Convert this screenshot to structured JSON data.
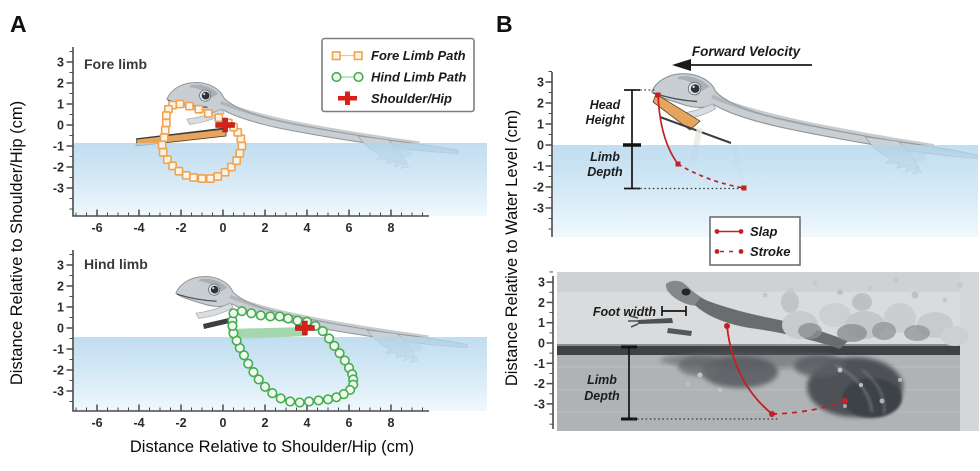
{
  "figure": {
    "panel_a": {
      "label": "A",
      "fore_title": "Fore limb",
      "hind_title": "Hind limb",
      "x_axis_title": "Distance Relative to Shoulder/Hip (cm)",
      "y_axis_title": "Distance Relative to Shoulder/Hip (cm)",
      "legend": {
        "fore": "Fore Limb Path",
        "hind": "Hind Limb Path",
        "marker": "Shoulder/Hip"
      }
    },
    "panel_b": {
      "label": "B",
      "y_axis_title": "Distance Relative to Water Level (cm)",
      "forward_velocity": "Forward Velocity",
      "head_height": {
        "line1": "Head",
        "line2": "Height"
      },
      "limb_depth": {
        "line1": "Limb",
        "line2": "Depth"
      },
      "foot_width": "Foot width",
      "photo_limb_depth": {
        "line1": "Limb",
        "line2": "Depth"
      },
      "legend": {
        "slap": "Slap",
        "stroke": "Stroke"
      }
    },
    "colors": {
      "fore_marker": "#F0A350",
      "fore_marker_fill": "#FDF5E8",
      "fore_line": "#F5C386",
      "hind_marker": "#45AC4F",
      "hind_marker_fill": "#F2FAF0",
      "hind_line": "#93D79B",
      "red_accent": "#D8201B",
      "water_top": "#AFD4EC",
      "water_bottom": "#EFF8FD",
      "lizard_body": "#C9CED2",
      "lizard_patch": "#9BA2A8",
      "jaw_orange": "#E6A55C",
      "hind_accent_green": "#4CB05C"
    }
  },
  "chart_data": [
    {
      "id": "fore_limb_path",
      "type": "scatter",
      "panel": "A-top",
      "title": "Fore limb",
      "marker": "open-square",
      "xlabel": "Distance Relative to Shoulder/Hip (cm)",
      "ylabel": "Distance Relative to Shoulder/Hip (cm)",
      "x_ticks": [
        -6,
        -4,
        -2,
        0,
        2,
        4,
        6,
        8
      ],
      "y_ticks": [
        3,
        2,
        1,
        0,
        -1,
        -2,
        -3
      ],
      "xlim": [
        -7,
        9.7
      ],
      "ylim": [
        -4.3,
        3.7
      ],
      "water_level_cm": -0.85,
      "shoulder_hip": [
        0.1,
        0.0
      ],
      "points": [
        [
          0.25,
          0.1
        ],
        [
          -0.2,
          0.35
        ],
        [
          -0.7,
          0.55
        ],
        [
          -1.15,
          0.75
        ],
        [
          -1.6,
          0.9
        ],
        [
          -2.05,
          1.0
        ],
        [
          -2.4,
          0.95
        ],
        [
          -2.6,
          0.75
        ],
        [
          -2.7,
          0.45
        ],
        [
          -2.7,
          0.1
        ],
        [
          -2.75,
          -0.25
        ],
        [
          -2.8,
          -0.6
        ],
        [
          -2.9,
          -0.95
        ],
        [
          -2.85,
          -1.3
        ],
        [
          -2.65,
          -1.65
        ],
        [
          -2.4,
          -1.95
        ],
        [
          -2.1,
          -2.2
        ],
        [
          -1.75,
          -2.4
        ],
        [
          -1.4,
          -2.5
        ],
        [
          -1.0,
          -2.55
        ],
        [
          -0.6,
          -2.55
        ],
        [
          -0.25,
          -2.45
        ],
        [
          0.1,
          -2.25
        ],
        [
          0.4,
          -2.0
        ],
        [
          0.65,
          -1.7
        ],
        [
          0.8,
          -1.35
        ],
        [
          0.9,
          -1.0
        ],
        [
          0.85,
          -0.65
        ],
        [
          0.7,
          -0.35
        ],
        [
          0.5,
          -0.1
        ],
        [
          0.25,
          0.1
        ]
      ]
    },
    {
      "id": "hind_limb_path",
      "type": "scatter",
      "panel": "A-bottom",
      "title": "Hind limb",
      "marker": "open-circle",
      "xlabel": "Distance Relative to Shoulder/Hip (cm)",
      "ylabel": "Distance Relative to Shoulder/Hip (cm)",
      "x_ticks": [
        -6,
        -4,
        -2,
        0,
        2,
        4,
        6,
        8
      ],
      "y_ticks": [
        3,
        2,
        1,
        0,
        -1,
        -2,
        -3
      ],
      "xlim": [
        -7,
        9.7
      ],
      "ylim": [
        -3.95,
        3.7
      ],
      "water_level_cm": -0.45,
      "shoulder_hip": [
        3.9,
        0.0
      ],
      "points": [
        [
          0.45,
          0.35
        ],
        [
          0.5,
          0.7
        ],
        [
          0.9,
          0.8
        ],
        [
          1.35,
          0.7
        ],
        [
          1.8,
          0.6
        ],
        [
          2.25,
          0.55
        ],
        [
          2.7,
          0.55
        ],
        [
          3.1,
          0.45
        ],
        [
          3.55,
          0.35
        ],
        [
          4.0,
          0.3
        ],
        [
          4.4,
          0.1
        ],
        [
          4.75,
          -0.15
        ],
        [
          5.05,
          -0.5
        ],
        [
          5.3,
          -0.85
        ],
        [
          5.55,
          -1.2
        ],
        [
          5.8,
          -1.55
        ],
        [
          6.0,
          -1.9
        ],
        [
          6.15,
          -2.2
        ],
        [
          6.2,
          -2.45
        ],
        [
          6.2,
          -2.7
        ],
        [
          6.05,
          -2.95
        ],
        [
          5.75,
          -3.15
        ],
        [
          5.4,
          -3.3
        ],
        [
          5.0,
          -3.4
        ],
        [
          4.55,
          -3.45
        ],
        [
          4.1,
          -3.5
        ],
        [
          3.65,
          -3.55
        ],
        [
          3.2,
          -3.5
        ],
        [
          2.75,
          -3.35
        ],
        [
          2.35,
          -3.1
        ],
        [
          2.0,
          -2.8
        ],
        [
          1.7,
          -2.45
        ],
        [
          1.45,
          -2.1
        ],
        [
          1.2,
          -1.7
        ],
        [
          1.0,
          -1.3
        ],
        [
          0.8,
          -0.95
        ],
        [
          0.65,
          -0.6
        ],
        [
          0.5,
          -0.25
        ],
        [
          0.45,
          0.1
        ]
      ]
    },
    {
      "id": "water_level_diagram",
      "type": "diagram",
      "panel": "B-top",
      "ylabel": "Distance Relative to Water Level (cm)",
      "y_ticks": [
        3,
        2,
        1,
        0,
        -1,
        -2,
        -3
      ],
      "head_height_cm": [
        0,
        2.6
      ],
      "limb_depth_cm": [
        0,
        -2.1
      ],
      "slap_y_cm": [
        2.4,
        -0.9
      ],
      "stroke_y_cm": [
        -0.9,
        -2.05
      ]
    },
    {
      "id": "water_level_photo",
      "type": "photo",
      "panel": "B-bottom",
      "ylabel": "Distance Relative to Water Level (cm)",
      "y_ticks": [
        3,
        2,
        1,
        0,
        -1,
        -2,
        -3
      ],
      "limb_depth_cm": [
        0,
        -3.5
      ],
      "slap_y_cm": [
        0.8,
        -3.7
      ],
      "stroke_y_cm": [
        -3.7,
        -2.9
      ]
    }
  ]
}
